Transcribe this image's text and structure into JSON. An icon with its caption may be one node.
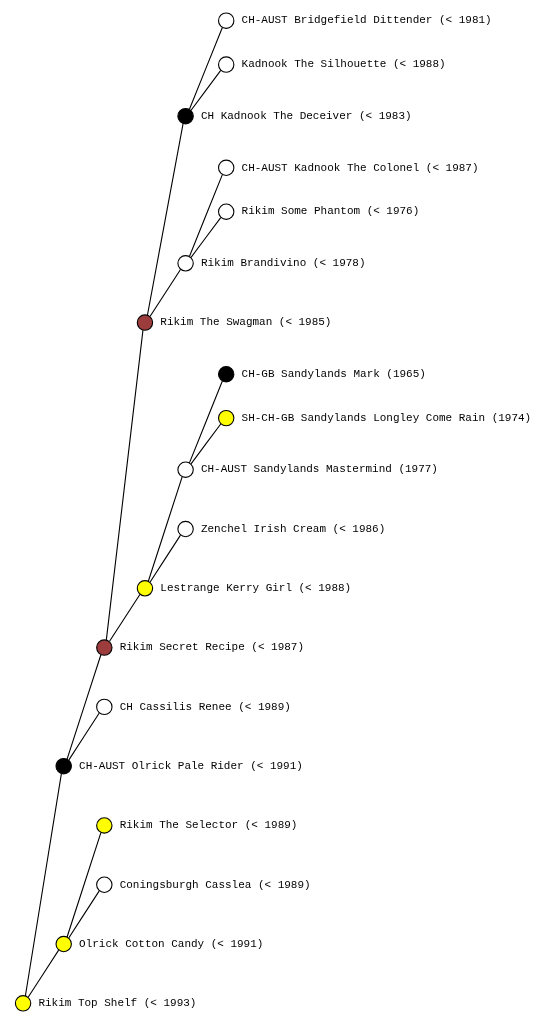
{
  "diagram": {
    "nodes": [
      {
        "text": [],
        "shape": "circle",
        "beside": [
          "CH-AUST Bridgefield Dittender (< 1981)"
        ]
      },
      {
        "text": [],
        "shape": "circle",
        "beside": [
          "CH Kadnook The Deceiver (< 1983)"
        ]
      },
      {
        "text": [],
        "shape": "circle",
        "beside": [
          "Kadnook The Silhouette (< 1988)"
        ]
      },
      {
        "text": [],
        "shape": "circle",
        "beside": [
          "Rikim The Swagman (< 1985)"
        ]
      },
      {
        "text": [],
        "shape": "circle",
        "beside": [
          "CH-AUST Kadnook The Colonel (< 1987)"
        ]
      },
      {
        "text": [],
        "shape": "circle",
        "beside": [
          "Rikim Brandivino (< 1978)"
        ]
      },
      {
        "text": [],
        "shape": "circle",
        "beside": [
          "Rikim Some Phantom (< 1976)"
        ]
      },
      {
        "text": [],
        "shape": "circle",
        "beside": [
          "Rikim Secret Recipe (< 1987)"
        ]
      },
      {
        "text": [],
        "shape": "circle",
        "beside": [
          "CH-GB Sandylands Mark (1965)"
        ]
      },
      {
        "text": [],
        "shape": "circle",
        "beside": [
          "CH-AUST Sandylands Mastermind (1977)"
        ]
      },
      {
        "text": [],
        "shape": "circle",
        "beside": [
          "SH-CH-GB Sandylands Longley Come Rain (1974)"
        ]
      },
      {
        "text": [],
        "shape": "circle",
        "beside": [
          "Lestrange Kerry Girl (< 1988)"
        ]
      },
      {
        "text": [],
        "shape": "circle",
        "beside": [
          "Zenchel Irish Cream (< 1986)"
        ]
      },
      {
        "text": [],
        "shape": "circle",
        "beside": [
          "CH-AUST Olrick Pale Rider (< 1991)"
        ]
      },
      {
        "text": [],
        "shape": "circle",
        "beside": [
          "CH Cassilis Renee (< 1989)"
        ]
      },
      {
        "text": [],
        "shape": "circle",
        "beside": [
          "Rikim Top Shelf (< 1993)"
        ]
      },
      {
        "text": [],
        "shape": "circle",
        "beside": [
          "Rikim The Selector (< 1989)"
        ]
      },
      {
        "text": [],
        "shape": "circle",
        "beside": [
          "Olrick Cotton Candy (< 1991)"
        ]
      },
      {
        "text": [],
        "shape": "circle",
        "beside": [
          "Coningsburgh Casslea (< 1989)"
        ]
      }
    ],
    "edges": [
      {
        "from": 15,
        "to": 13,
        "arrow": "none"
      },
      {
        "from": 13,
        "to": 7,
        "arrow": "none"
      },
      {
        "from": 7,
        "to": 3,
        "arrow": "none"
      },
      {
        "from": 3,
        "to": 1,
        "arrow": "none"
      },
      {
        "from": 1,
        "to": 0,
        "arrow": "none"
      },
      {
        "from": 1,
        "to": 2,
        "arrow": "none"
      },
      {
        "from": 3,
        "to": 5,
        "arrow": "none"
      },
      {
        "from": 5,
        "to": 4,
        "arrow": "none"
      },
      {
        "from": 5,
        "to": 6,
        "arrow": "none"
      },
      {
        "from": 7,
        "to": 11,
        "arrow": "none"
      },
      {
        "from": 11,
        "to": 9,
        "arrow": "none"
      },
      {
        "from": 9,
        "to": 8,
        "arrow": "none"
      },
      {
        "from": 9,
        "to": 10,
        "arrow": "none"
      },
      {
        "from": 11,
        "to": 12,
        "arrow": "none"
      },
      {
        "from": 13,
        "to": 14,
        "arrow": "none"
      },
      {
        "from": 15,
        "to": 17,
        "arrow": "none"
      },
      {
        "from": 17,
        "to": 16,
        "arrow": "none"
      },
      {
        "from": 17,
        "to": 18,
        "arrow": "none"
      }
    ]
  }
}
